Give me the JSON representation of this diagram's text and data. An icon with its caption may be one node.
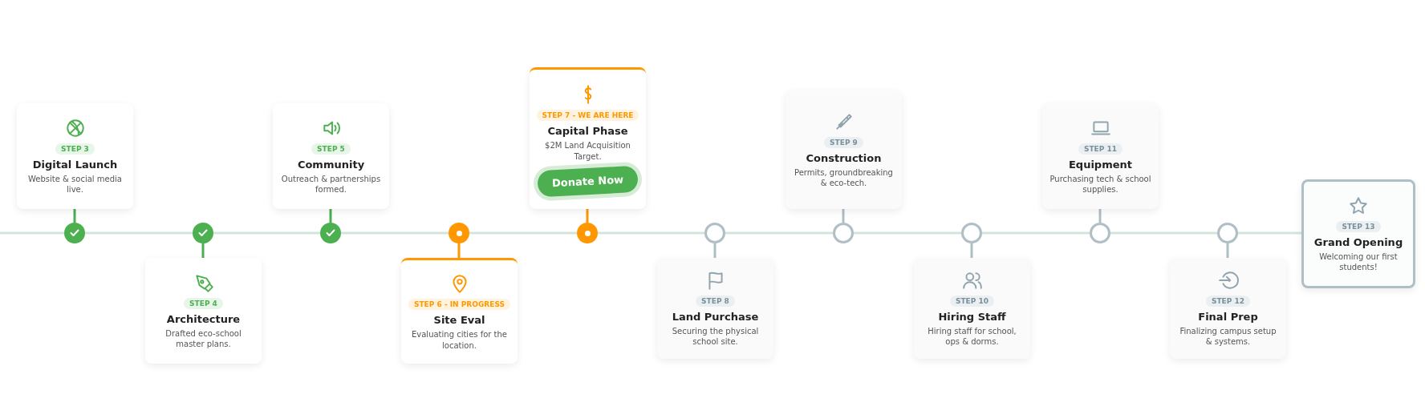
{
  "diagram": {
    "nodes": [
      {
        "text": [
          "STEP 3",
          "Digital Launch",
          "Website & social media live."
        ]
      },
      {
        "text": [
          "STEP 4",
          "Architecture",
          "Drafted eco-school master plans."
        ]
      },
      {
        "text": [
          "STEP 5",
          "Community",
          "Outreach & partnerships formed."
        ]
      },
      {
        "text": [
          "STEP 6 - IN PROGRESS",
          "Site Eval",
          "Evaluating cities for the location."
        ]
      },
      {
        "text": [
          "STEP 7 - WE ARE HERE",
          "Capital Phase",
          "$2M Land Acquisition Target.",
          "Donate Now"
        ]
      },
      {
        "text": [
          "STEP 8",
          "Land Purchase",
          "Securing the physical school site."
        ]
      },
      {
        "text": [
          "STEP 9",
          "Construction",
          "Permits, groundbreaking & eco-tech."
        ]
      },
      {
        "text": [
          "STEP 10",
          "Hiring Staff",
          "Hiring staff for school, ops & dorms."
        ]
      },
      {
        "text": [
          "STEP 11",
          "Equipment",
          "Purchasing tech & school supplies."
        ]
      },
      {
        "text": [
          "STEP 12",
          "Final Prep",
          "Finalizing campus setup & systems."
        ]
      },
      {
        "text": [
          "STEP 13",
          "Grand Opening",
          "Welcoming our first students!"
        ]
      },
      {
        "text": [],
        "shape": "circle"
      },
      {
        "text": [],
        "shape": "circle"
      },
      {
        "text": [],
        "shape": "circle"
      },
      {
        "text": [],
        "shape": "circle"
      },
      {
        "text": [],
        "shape": "circle"
      },
      {
        "text": [],
        "shape": "circle"
      },
      {
        "text": [],
        "shape": "circle"
      },
      {
        "text": [],
        "shape": "circle"
      },
      {
        "text": [],
        "shape": "circle"
      },
      {
        "text": [],
        "shape": "circle"
      }
    ],
    "edges": [
      {
        "from": null,
        "to": 11,
        "arrow": "none"
      },
      {
        "from": 11,
        "to": 12,
        "arrow": "none"
      },
      {
        "from": 12,
        "to": 13,
        "arrow": "none"
      },
      {
        "from": 13,
        "to": 14,
        "arrow": "none"
      },
      {
        "from": 14,
        "to": 15,
        "arrow": "none"
      },
      {
        "from": 15,
        "to": 16,
        "arrow": "none"
      },
      {
        "from": 16,
        "to": 17,
        "arrow": "none"
      },
      {
        "from": 17,
        "to": 18,
        "arrow": "none"
      },
      {
        "from": 18,
        "to": 19,
        "arrow": "none"
      },
      {
        "from": 19,
        "to": 20,
        "arrow": "none"
      },
      {
        "from": 20,
        "to": 10,
        "arrow": "none"
      },
      {
        "from": 11,
        "to": 0,
        "arrow": "none",
        "color": "#4caf50"
      },
      {
        "from": 12,
        "to": 1,
        "arrow": "none",
        "color": "#4caf50"
      },
      {
        "from": 13,
        "to": 2,
        "arrow": "none",
        "color": "#4caf50"
      },
      {
        "from": 14,
        "to": 3,
        "arrow": "none",
        "color": "#ff9800"
      },
      {
        "from": 15,
        "to": 4,
        "arrow": "none",
        "color": "#ff9800"
      },
      {
        "from": 16,
        "to": 5,
        "arrow": "none",
        "color": "#b0bec5"
      },
      {
        "from": 17,
        "to": 6,
        "arrow": "none",
        "color": "#b0bec5"
      },
      {
        "from": 18,
        "to": 7,
        "arrow": "none",
        "color": "#b0bec5"
      },
      {
        "from": 19,
        "to": 8,
        "arrow": "none",
        "color": "#b0bec5"
      },
      {
        "from": 20,
        "to": 9,
        "arrow": "none",
        "color": "#b0bec5"
      }
    ]
  }
}
